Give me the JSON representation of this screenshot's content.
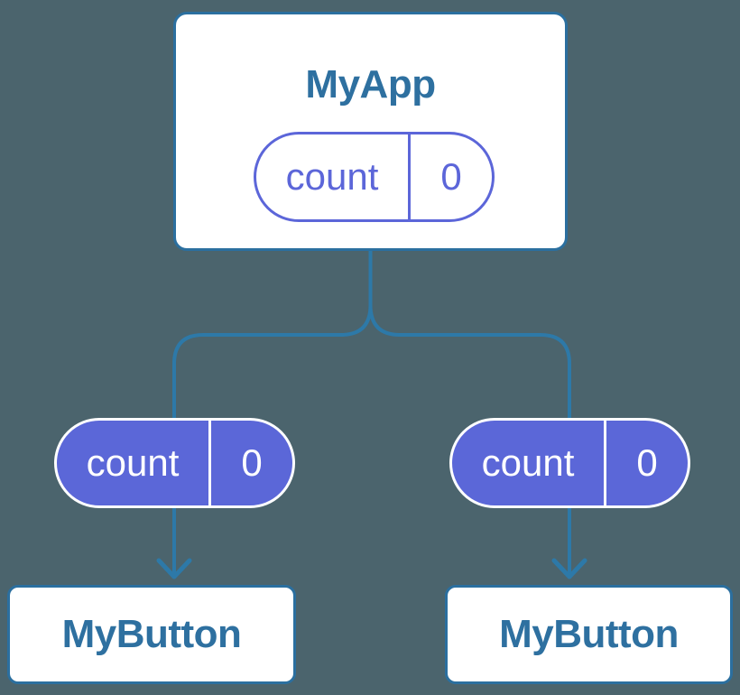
{
  "colors": {
    "background": "#4B646D",
    "connector_blue": "#2D79A8",
    "component_border_blue": "#2B6F9F",
    "component_text_blue": "#2E70A0",
    "pill_indigo": "#5B67D8",
    "pill_text_on_indigo": "#FFFFFF",
    "component_background": "#FFFFFF"
  },
  "root_component": {
    "title": "MyApp",
    "state_pill": {
      "label": "count",
      "value": "0"
    }
  },
  "child_components": [
    {
      "title": "MyButton",
      "prop_pill": {
        "label": "count",
        "value": "0"
      }
    },
    {
      "title": "MyButton",
      "prop_pill": {
        "label": "count",
        "value": "0"
      }
    }
  ]
}
